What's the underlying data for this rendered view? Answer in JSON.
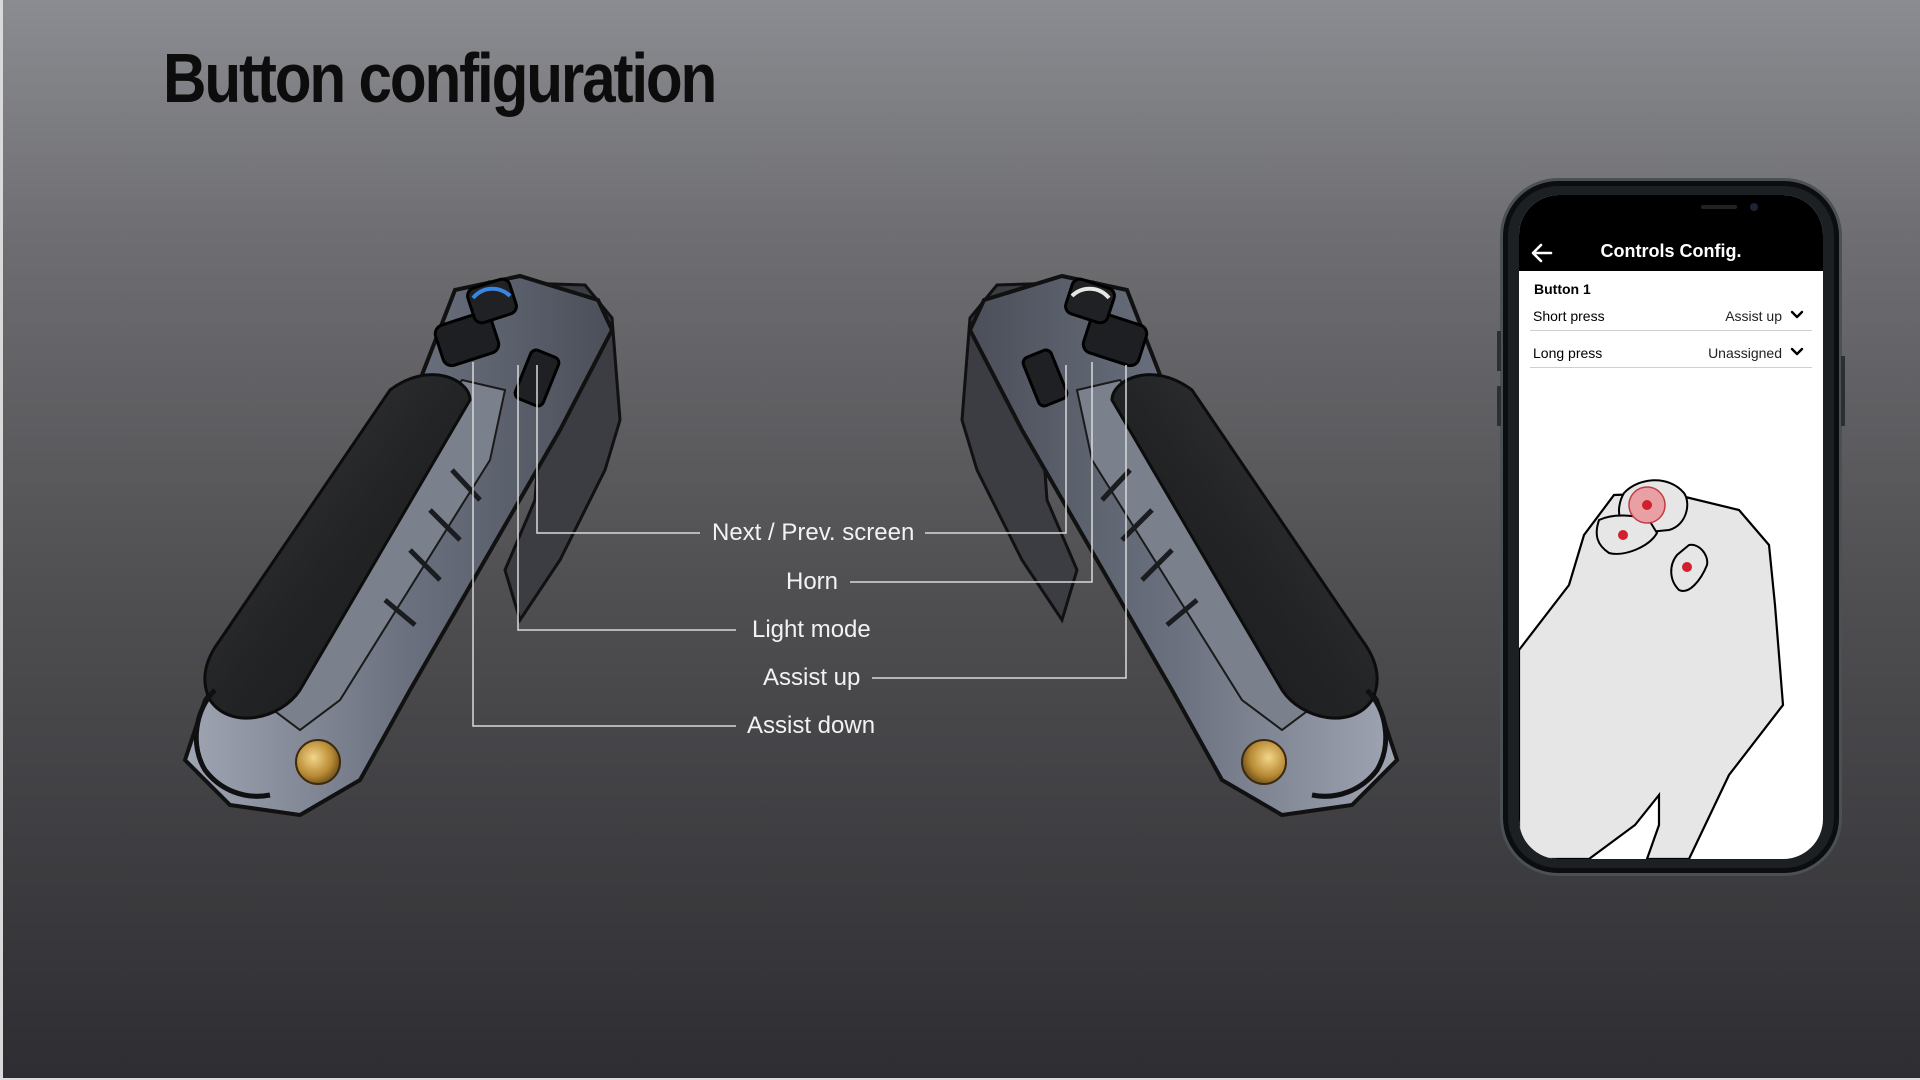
{
  "slide": {
    "title": "Button configuration"
  },
  "callouts": [
    {
      "id": "next-prev",
      "label": "Next / Prev. screen"
    },
    {
      "id": "horn",
      "label": "Horn"
    },
    {
      "id": "light",
      "label": "Light mode"
    },
    {
      "id": "assist-up",
      "label": "Assist up"
    },
    {
      "id": "assist-down",
      "label": "Assist down"
    }
  ],
  "phone": {
    "app_title": "Controls Config.",
    "back_icon": "arrow-left-icon",
    "section_title": "Button 1",
    "rows": [
      {
        "label": "Short press",
        "value": "Assist up",
        "icon": "chevron-down-icon"
      },
      {
        "label": "Long press",
        "value": "Unassigned",
        "icon": "chevron-down-icon"
      }
    ],
    "marker_color": "#d0202a"
  },
  "colors": {
    "accent_led": "#3a86e0",
    "line": "#d9d9d9",
    "title": "#0c0c0c"
  }
}
